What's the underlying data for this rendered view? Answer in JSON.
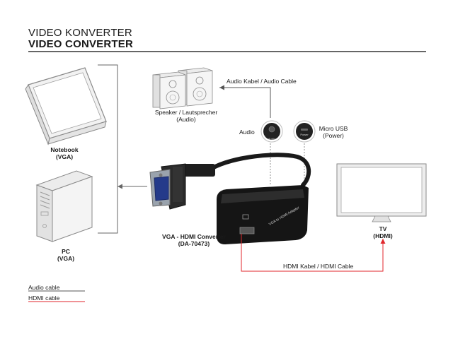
{
  "header": {
    "title_de": "VIDEO KONVERTER",
    "title_en": "VIDEO CONVERTER"
  },
  "devices": {
    "notebook": {
      "name": "Notebook",
      "port": "(VGA)"
    },
    "pc": {
      "name": "PC",
      "port": "(VGA)"
    },
    "speaker": {
      "name": "Speaker / Lautsprecher",
      "port": "(Audio)"
    },
    "tv": {
      "name": "TV",
      "port": "(HDMI)"
    }
  },
  "converter": {
    "name": "VGA - HDMI Converter",
    "model": "(DA-70473)",
    "body_text": "VGA to HDMI Adapter",
    "audio_port_label": "Audio",
    "power_port_label": "Power"
  },
  "connections": {
    "audio_cable_label": "Audio Kabel / Audio Cable",
    "hdmi_cable_label": "HDMI Kabel / HDMI Cable",
    "audio_label": "Audio",
    "micro_usb_label": "Micro USB",
    "power_label": "(Power)"
  },
  "legend": {
    "audio": "Audio cable",
    "hdmi": "HDMI cable"
  },
  "colors": {
    "audio_line": "#555555",
    "hdmi_line": "#e0262b",
    "device_stroke": "#8a8a8a",
    "device_fill": "#f1f1f1"
  }
}
